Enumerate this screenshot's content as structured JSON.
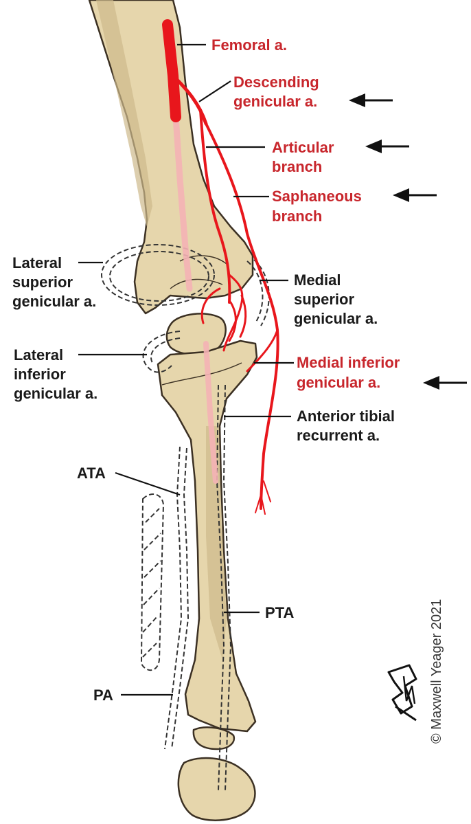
{
  "labels": {
    "femoral": "Femoral a.",
    "descending_1": "Descending",
    "descending_2": "genicular a.",
    "articular_1": "Articular",
    "articular_2": "branch",
    "saphaneous_1": "Saphaneous",
    "saphaneous_2": "branch",
    "lat_sup_1": "Lateral",
    "lat_sup_2": "superior",
    "lat_sup_3": "genicular a.",
    "med_sup_1": "Medial",
    "med_sup_2": "superior",
    "med_sup_3": "genicular a.",
    "lat_inf_1": "Lateral",
    "lat_inf_2": "inferior",
    "lat_inf_3": "genicular a.",
    "med_inf_1": "Medial inferior",
    "med_inf_2": "genicular a.",
    "ant_tib_1": "Anterior tibial",
    "ant_tib_2": "recurrent a.",
    "ata": "ATA",
    "pta": "PTA",
    "pa": "PA"
  },
  "copyright": "© Maxwell Yeager 2021",
  "colors": {
    "artery": "#e8161c",
    "label_red": "#c8262c",
    "bone": "#e6d6ac"
  }
}
